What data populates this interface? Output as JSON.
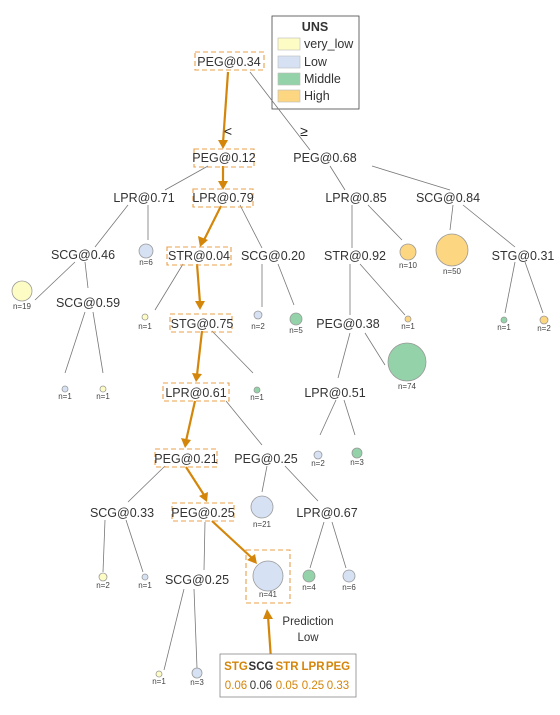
{
  "legend": {
    "title": "UNS",
    "items": [
      {
        "label": "very_low",
        "color": "#fdfcc4"
      },
      {
        "label": "Low",
        "color": "#d6e2f4"
      },
      {
        "label": "Middle",
        "color": "#94d3a9"
      },
      {
        "label": "High",
        "color": "#fdd682"
      }
    ]
  },
  "branch_labels": {
    "left": "<",
    "right": "≥"
  },
  "nodes": {
    "root": "PEG@0.34",
    "l1": "PEG@0.12",
    "r1": "PEG@0.68",
    "lpr071": "LPR@0.71",
    "lpr079": "LPR@0.79",
    "lpr085": "LPR@0.85",
    "scg084": "SCG@0.84",
    "scg046": "SCG@0.46",
    "str004": "STR@0.04",
    "scg020": "SCG@0.20",
    "str092": "STR@0.92",
    "stg031": "STG@0.31",
    "scg059": "SCG@0.59",
    "stg075": "STG@0.75",
    "peg038": "PEG@0.38",
    "lpr061": "LPR@0.61",
    "lpr051": "LPR@0.51",
    "peg021": "PEG@0.21",
    "peg025a": "PEG@0.25",
    "scg033": "SCG@0.33",
    "peg025b": "PEG@0.25",
    "lpr067": "LPR@0.67",
    "scg025": "SCG@0.25"
  },
  "leaves": [
    {
      "id": "n6a",
      "label": "n=6",
      "class": "Low"
    },
    {
      "id": "n10",
      "label": "n=10",
      "class": "High"
    },
    {
      "id": "n50",
      "label": "n=50",
      "class": "High"
    },
    {
      "id": "n19",
      "label": "n=19",
      "class": "very_low"
    },
    {
      "id": "n1a",
      "label": "n=1",
      "class": "very_low"
    },
    {
      "id": "n2a",
      "label": "n=2",
      "class": "Low"
    },
    {
      "id": "n5",
      "label": "n=5",
      "class": "Middle"
    },
    {
      "id": "n1b",
      "label": "n=1",
      "class": "High"
    },
    {
      "id": "n1c",
      "label": "n=1",
      "class": "Middle"
    },
    {
      "id": "n2b",
      "label": "n=2",
      "class": "High"
    },
    {
      "id": "n1d",
      "label": "n=1",
      "class": "Low"
    },
    {
      "id": "n1e",
      "label": "n=1",
      "class": "very_low"
    },
    {
      "id": "n1f",
      "label": "n=1",
      "class": "Middle"
    },
    {
      "id": "n74",
      "label": "n=74",
      "class": "Middle"
    },
    {
      "id": "n2c",
      "label": "n=2",
      "class": "Low"
    },
    {
      "id": "n3a",
      "label": "n=3",
      "class": "Middle"
    },
    {
      "id": "n21",
      "label": "n=21",
      "class": "Low"
    },
    {
      "id": "n2d",
      "label": "n=2",
      "class": "very_low"
    },
    {
      "id": "n1g",
      "label": "n=1",
      "class": "Low"
    },
    {
      "id": "n41",
      "label": "n=41",
      "class": "Low"
    },
    {
      "id": "n4",
      "label": "n=4",
      "class": "Middle"
    },
    {
      "id": "n6b",
      "label": "n=6",
      "class": "Low"
    },
    {
      "id": "n1h",
      "label": "n=1",
      "class": "very_low"
    },
    {
      "id": "n3b",
      "label": "n=3",
      "class": "Low"
    }
  ],
  "prediction": {
    "title": "Prediction",
    "value": "Low"
  },
  "feature_table": {
    "headers": [
      {
        "text": "STG",
        "color": "#d4860b"
      },
      {
        "text": "SCG",
        "color": "#333333"
      },
      {
        "text": "STR",
        "color": "#d4860b"
      },
      {
        "text": "LPR",
        "color": "#d4860b"
      },
      {
        "text": "PEG",
        "color": "#d4860b"
      }
    ],
    "values": [
      {
        "text": "0.06",
        "color": "#d4860b"
      },
      {
        "text": "0.06",
        "color": "#333333"
      },
      {
        "text": "0.05",
        "color": "#d4860b"
      },
      {
        "text": "0.25",
        "color": "#d4860b"
      },
      {
        "text": "0.33",
        "color": "#d4860b"
      }
    ]
  },
  "colors": {
    "path": "#d4860b",
    "edge": "#777777",
    "dash": "#e8a04a"
  }
}
